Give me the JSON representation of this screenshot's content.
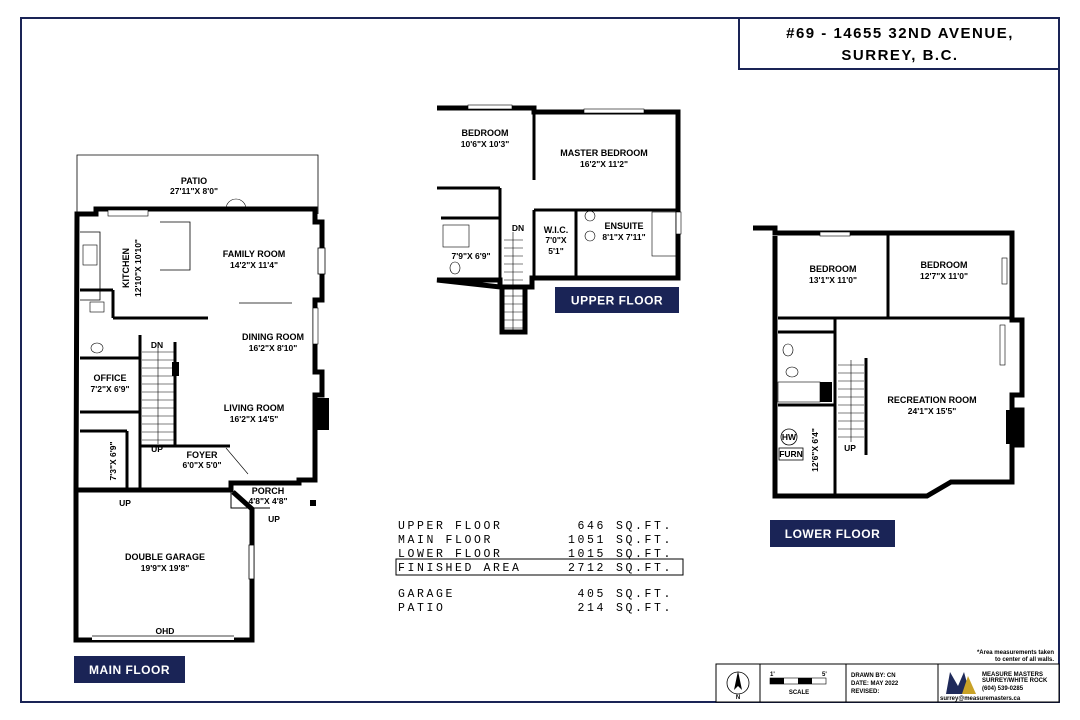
{
  "address": {
    "line1": "#69 - 14655 32ND AVENUE,",
    "line2": "SURREY, B.C."
  },
  "floors": {
    "upper": {
      "label": "UPPER FLOOR",
      "rooms": [
        {
          "name": "BEDROOM",
          "dims": "10'6\"X 10'3\""
        },
        {
          "name": "MASTER BEDROOM",
          "dims": "16'2\"X 11'2\""
        },
        {
          "name": "W.I.C.",
          "dims": "7'0\"X",
          "dims2": "5'1\""
        },
        {
          "name": "ENSUITE",
          "dims": "8'1\"X 7'11\""
        },
        {
          "name": "",
          "dims": "7'9\"X 6'9\""
        }
      ],
      "stair": "DN"
    },
    "main": {
      "label": "MAIN FLOOR",
      "rooms": [
        {
          "name": "PATIO",
          "dims": "27'11\"X 8'0\""
        },
        {
          "name": "FAMILY ROOM",
          "dims": "14'2\"X 11'4\""
        },
        {
          "name": "KITCHEN",
          "dims": "12'10\"X 10'10\""
        },
        {
          "name": "DINING ROOM",
          "dims": "16'2\"X 8'10\""
        },
        {
          "name": "LIVING ROOM",
          "dims": "16'2\"X 14'5\""
        },
        {
          "name": "OFFICE",
          "dims": "7'2\"X 6'9\""
        },
        {
          "name": "FOYER",
          "dims": "6'0\"X 5'0\""
        },
        {
          "name": "PORCH",
          "dims": "4'8\"X 4'8\""
        },
        {
          "name": "",
          "dims": "7'3\"X 6'9\""
        },
        {
          "name": "DOUBLE GARAGE",
          "dims": "19'9\"X 19'8\""
        }
      ],
      "stairs": [
        "DN",
        "UP",
        "UP",
        "UP"
      ],
      "garage_door": "OHD"
    },
    "lower": {
      "label": "LOWER FLOOR",
      "rooms": [
        {
          "name": "BEDROOM",
          "dims": "13'1\"X 11'0\""
        },
        {
          "name": "BEDROOM",
          "dims": "12'7\"X 11'0\""
        },
        {
          "name": "RECREATION ROOM",
          "dims": "24'1\"X 15'5\""
        },
        {
          "name": "",
          "dims": "12'6\"X 6'4\""
        }
      ],
      "hw": "HW",
      "furn": "FURN",
      "stair": "UP"
    }
  },
  "areas": {
    "rows": [
      {
        "label": "UPPER FLOOR",
        "value": "646",
        "unit": "SQ.FT."
      },
      {
        "label": "MAIN FLOOR",
        "value": "1051",
        "unit": "SQ.FT."
      },
      {
        "label": "LOWER FLOOR",
        "value": "1015",
        "unit": "SQ.FT."
      }
    ],
    "finished": {
      "label": "FINISHED AREA",
      "value": "2712",
      "unit": "SQ.FT."
    },
    "extra": [
      {
        "label": "GARAGE",
        "value": "405",
        "unit": "SQ.FT."
      },
      {
        "label": "PATIO",
        "value": "214",
        "unit": "SQ.FT."
      }
    ]
  },
  "title_block": {
    "note1": "*Area measurements taken",
    "note2": "to center of all walls.",
    "north": "N",
    "scale_label": "SCALE",
    "scale_start": "1'",
    "scale_end": "5'",
    "drawn_by": "DRAWN BY: CN",
    "date": "DATE: MAY 2022",
    "revised": "REVISED:",
    "company": "MEASURE MASTERS",
    "tagline": "SURREY/WHITE ROCK",
    "phone": "(604) 539-0285",
    "email": "surrey@measuremasters.ca",
    "logo_color_dark": "#1f2a5a",
    "logo_color_gold": "#c9a227"
  },
  "colors": {
    "badge": "#1a2456",
    "wall": "#000000",
    "border": "#1a2456"
  }
}
